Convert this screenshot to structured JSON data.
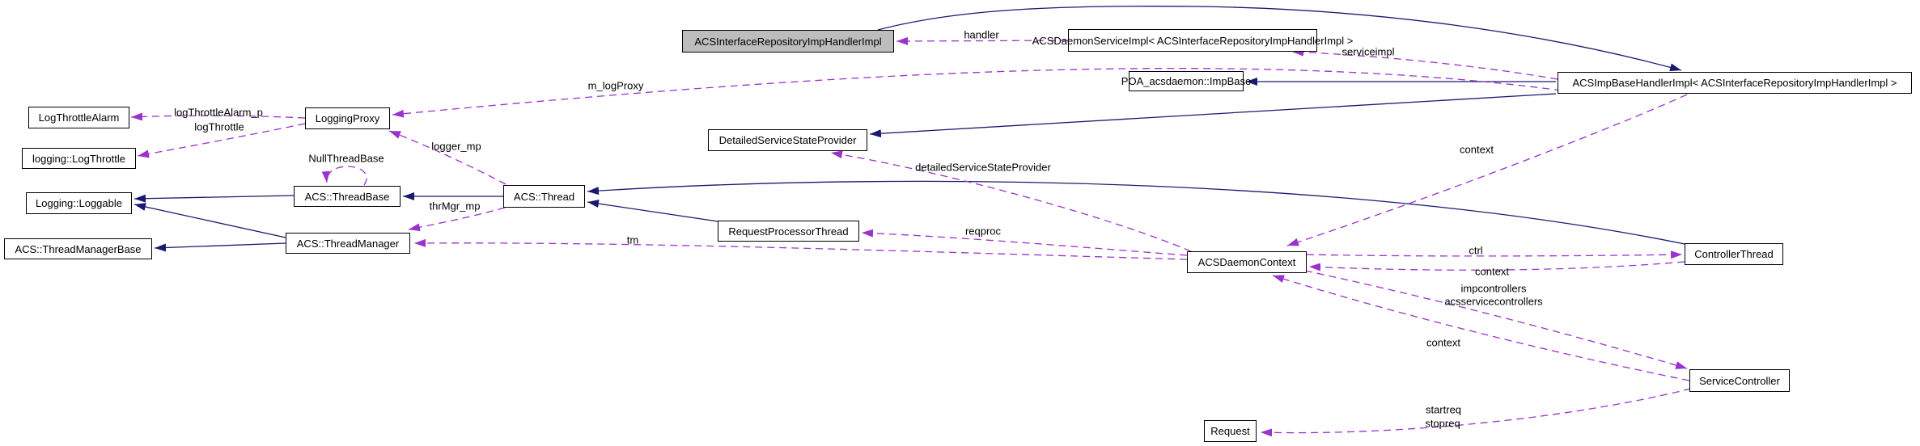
{
  "diagram": {
    "type": "class-collaboration-graph",
    "colors": {
      "background": "#ffffff",
      "inheritance_edge": "#191970",
      "usage_edge": "#9a32cd",
      "node_fill": "#ffffff",
      "node_border": "#000000",
      "highlighted_node_fill": "#bdbdbd"
    },
    "nodes": [
      {
        "id": "acsinterfacerepositoryimphandlerimpl",
        "label": "ACSInterfaceRepositoryImpHandlerImpl",
        "highlighted": true
      },
      {
        "id": "acsdaemonserviceimpl",
        "label": "ACSDaemonServiceImpl< ACSInterfaceRepositoryImpHandlerImpl >",
        "highlighted": false
      },
      {
        "id": "poa-acsdaemon-impbase",
        "label": "POA_acsdaemon::ImpBase",
        "highlighted": false
      },
      {
        "id": "acsimpbasehandlerimpl",
        "label": "ACSImpBaseHandlerImpl< ACSInterfaceRepositoryImpHandlerImpl >",
        "highlighted": false
      },
      {
        "id": "logthrottlealarm",
        "label": "LogThrottleAlarm",
        "highlighted": false
      },
      {
        "id": "logging-logthrottle",
        "label": "logging::LogThrottle",
        "highlighted": false
      },
      {
        "id": "loggingproxy",
        "label": "LoggingProxy",
        "highlighted": false
      },
      {
        "id": "logging-loggable",
        "label": "Logging::Loggable",
        "highlighted": false
      },
      {
        "id": "acs-threadbase",
        "label": "ACS::ThreadBase",
        "highlighted": false
      },
      {
        "id": "acs-threadmanagerbase",
        "label": "ACS::ThreadManagerBase",
        "highlighted": false
      },
      {
        "id": "acs-threadmanager",
        "label": "ACS::ThreadManager",
        "highlighted": false
      },
      {
        "id": "acs-thread",
        "label": "ACS::Thread",
        "highlighted": false
      },
      {
        "id": "detailedservicestateprovider",
        "label": "DetailedServiceStateProvider",
        "highlighted": false
      },
      {
        "id": "requestprocessorthread",
        "label": "RequestProcessorThread",
        "highlighted": false
      },
      {
        "id": "acsdaemoncontext",
        "label": "ACSDaemonContext",
        "highlighted": false
      },
      {
        "id": "controllerthread",
        "label": "ControllerThread",
        "highlighted": false
      },
      {
        "id": "servicecontroller",
        "label": "ServiceController",
        "highlighted": false
      },
      {
        "id": "request",
        "label": "Request",
        "highlighted": false
      }
    ],
    "edge_labels": [
      {
        "id": "handler",
        "text": "handler"
      },
      {
        "id": "serviceimpl",
        "text": "serviceimpl"
      },
      {
        "id": "m_logproxy",
        "text": "m_logProxy"
      },
      {
        "id": "logthrottlealarm_p",
        "text": "logThrottleAlarm_p"
      },
      {
        "id": "logthrottle",
        "text": "logThrottle"
      },
      {
        "id": "logger_mp",
        "text": "logger_mp"
      },
      {
        "id": "nullthreadbase",
        "text": "NullThreadBase"
      },
      {
        "id": "thrmgr_mp",
        "text": "thrMgr_mp"
      },
      {
        "id": "tm",
        "text": "tm"
      },
      {
        "id": "reqproc",
        "text": "reqproc"
      },
      {
        "id": "detailedservicestateprovider-label",
        "text": "detailedServiceStateProvider"
      },
      {
        "id": "context-impbase",
        "text": "context"
      },
      {
        "id": "ctrl",
        "text": "ctrl"
      },
      {
        "id": "context-controllerthread",
        "text": "context"
      },
      {
        "id": "impcontrollers",
        "text": "impcontrollers"
      },
      {
        "id": "acsservicecontrollers",
        "text": "acsservicecontrollers"
      },
      {
        "id": "context-servicecontroller",
        "text": "context"
      },
      {
        "id": "startreq",
        "text": "startreq"
      },
      {
        "id": "stopreq",
        "text": "stopreq"
      }
    ]
  }
}
